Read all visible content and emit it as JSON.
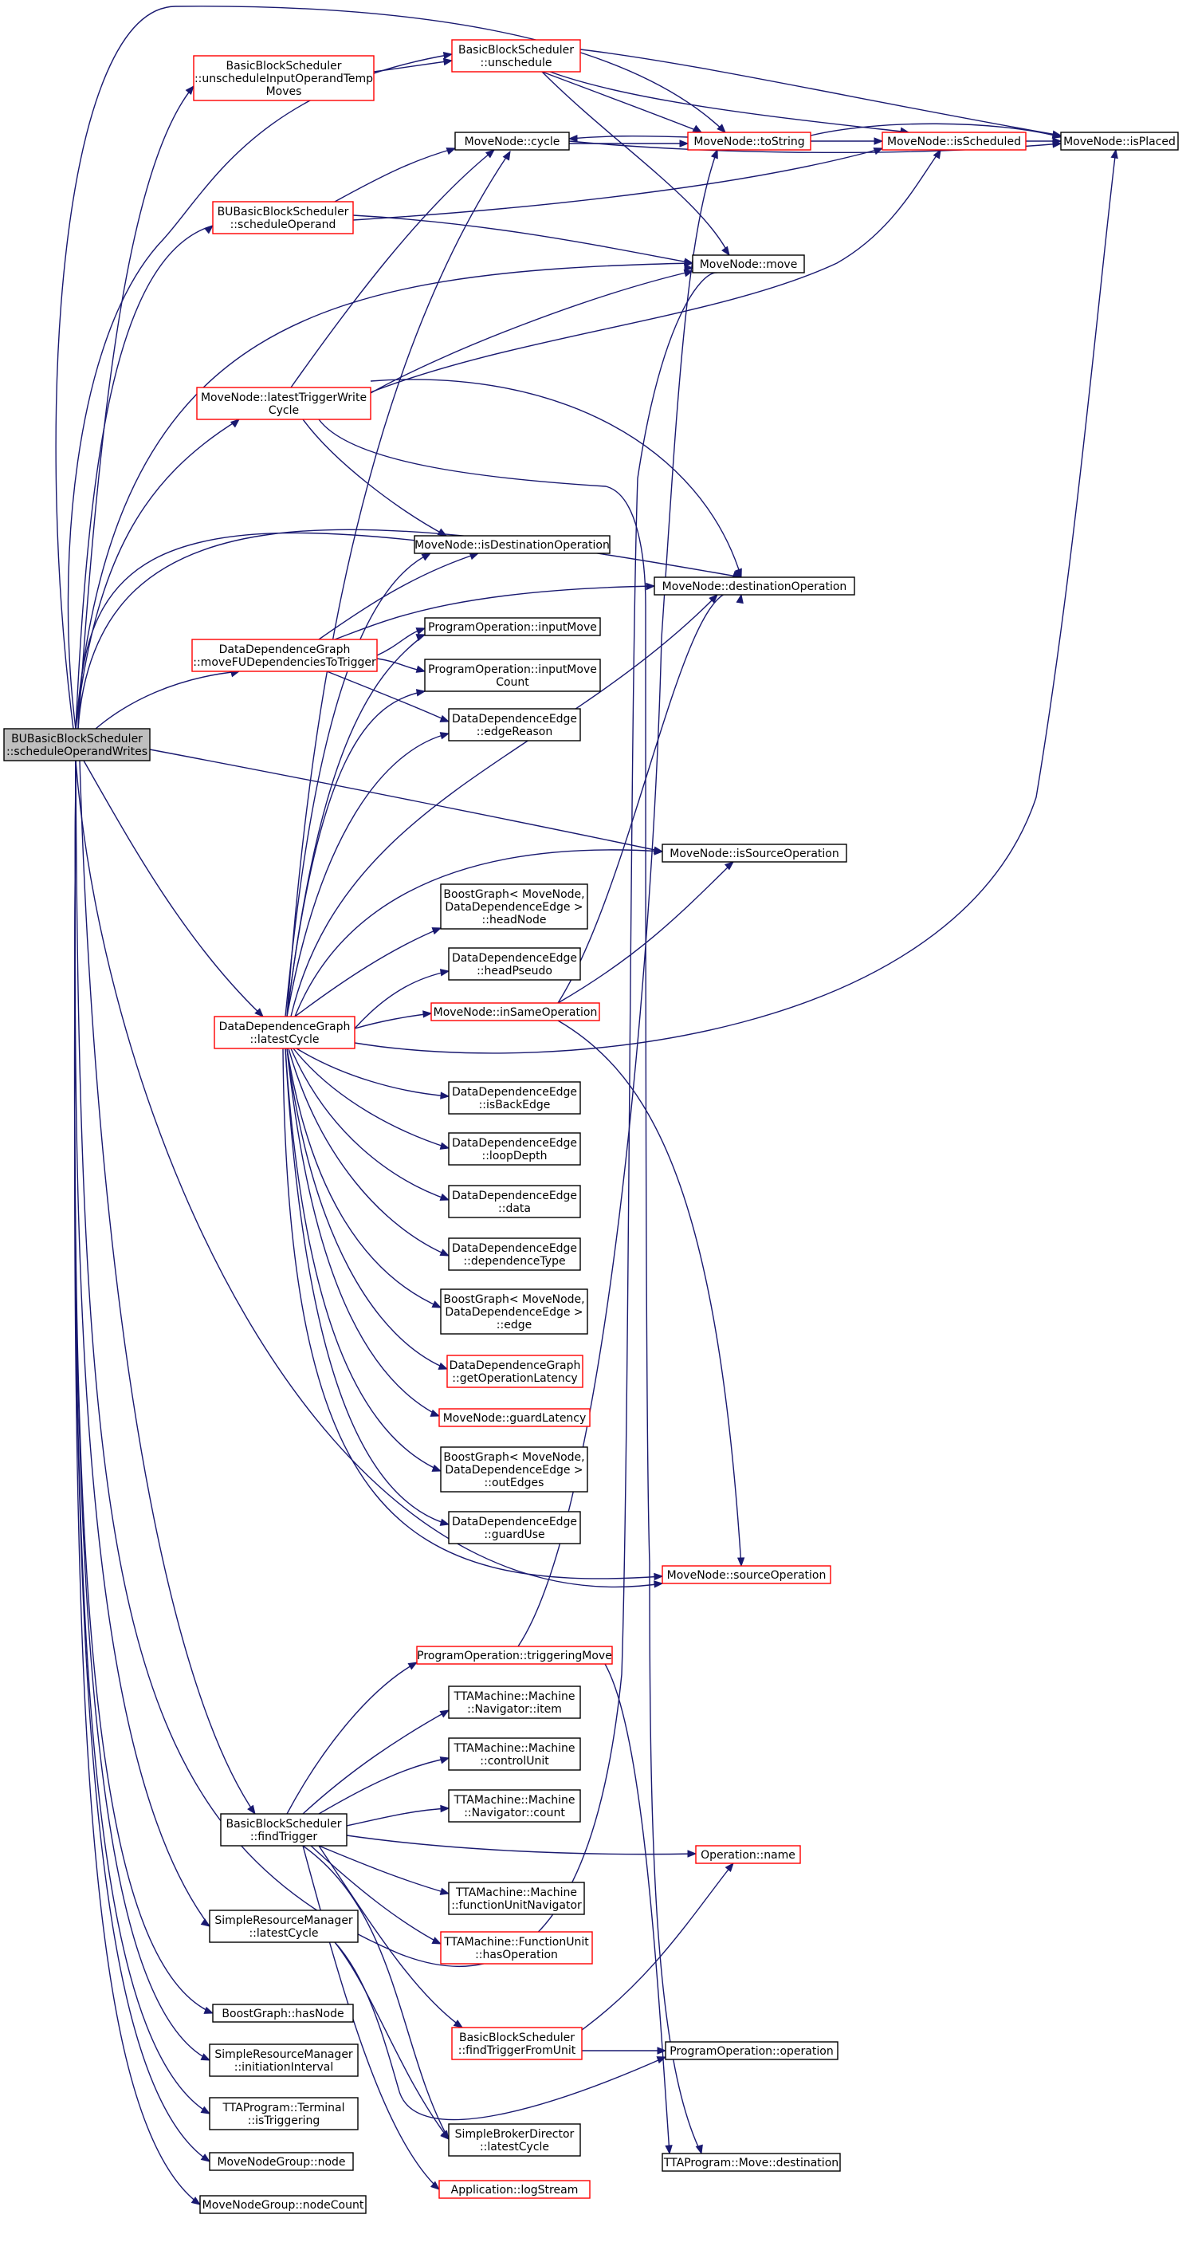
{
  "colors": {
    "edge": "#191970",
    "border_normal": "#000000",
    "border_red": "#ff0000",
    "fill_root": "#bfbfbf",
    "fill_normal": "#ffffff"
  },
  "nodes": [
    {
      "id": "root",
      "lines": [
        "BUBasicBlockScheduler",
        "::scheduleOperandWrites"
      ],
      "style": "root"
    },
    {
      "id": "bbs_unschedule",
      "lines": [
        "BasicBlockScheduler",
        "::unschedule"
      ],
      "style": "red"
    },
    {
      "id": "bbs_unsched_input",
      "lines": [
        "BasicBlockScheduler",
        "::unscheduleInputOperandTemp",
        "Moves"
      ],
      "style": "red"
    },
    {
      "id": "mn_cycle",
      "lines": [
        "MoveNode::cycle"
      ],
      "style": "black"
    },
    {
      "id": "mn_tostring",
      "lines": [
        "MoveNode::toString"
      ],
      "style": "red"
    },
    {
      "id": "mn_isscheduled",
      "lines": [
        "MoveNode::isScheduled"
      ],
      "style": "red"
    },
    {
      "id": "mn_isplaced",
      "lines": [
        "MoveNode::isPlaced"
      ],
      "style": "black"
    },
    {
      "id": "bubbs_schedop",
      "lines": [
        "BUBasicBlockScheduler",
        "::scheduleOperand"
      ],
      "style": "red"
    },
    {
      "id": "mn_move",
      "lines": [
        "MoveNode::move"
      ],
      "style": "black"
    },
    {
      "id": "mn_ltwc",
      "lines": [
        "MoveNode::latestTriggerWrite",
        "Cycle"
      ],
      "style": "red"
    },
    {
      "id": "mn_isdestop",
      "lines": [
        "MoveNode::isDestinationOperation"
      ],
      "style": "black"
    },
    {
      "id": "mn_destop",
      "lines": [
        "MoveNode::destinationOperation"
      ],
      "style": "black"
    },
    {
      "id": "ddg_movefu",
      "lines": [
        "DataDependenceGraph",
        "::moveFUDependenciesToTrigger"
      ],
      "style": "red"
    },
    {
      "id": "po_inputmove",
      "lines": [
        "ProgramOperation::inputMove"
      ],
      "style": "black"
    },
    {
      "id": "po_inputmovecount",
      "lines": [
        "ProgramOperation::inputMove",
        "Count"
      ],
      "style": "black"
    },
    {
      "id": "dde_edgereason",
      "lines": [
        "DataDependenceEdge",
        "::edgeReason"
      ],
      "style": "black"
    },
    {
      "id": "mn_issourceop",
      "lines": [
        "MoveNode::isSourceOperation"
      ],
      "style": "black"
    },
    {
      "id": "bg_headnode",
      "lines": [
        "BoostGraph< MoveNode,",
        "DataDependenceEdge >",
        "::headNode"
      ],
      "style": "black"
    },
    {
      "id": "dde_headpseudo",
      "lines": [
        "DataDependenceEdge",
        "::headPseudo"
      ],
      "style": "black"
    },
    {
      "id": "ddg_latestcycle",
      "lines": [
        "DataDependenceGraph",
        "::latestCycle"
      ],
      "style": "red"
    },
    {
      "id": "mn_insameop",
      "lines": [
        "MoveNode::inSameOperation"
      ],
      "style": "red"
    },
    {
      "id": "dde_isbackedge",
      "lines": [
        "DataDependenceEdge",
        "::isBackEdge"
      ],
      "style": "black"
    },
    {
      "id": "dde_loopdepth",
      "lines": [
        "DataDependenceEdge",
        "::loopDepth"
      ],
      "style": "black"
    },
    {
      "id": "dde_data",
      "lines": [
        "DataDependenceEdge",
        "::data"
      ],
      "style": "black"
    },
    {
      "id": "dde_deptype",
      "lines": [
        "DataDependenceEdge",
        "::dependenceType"
      ],
      "style": "black"
    },
    {
      "id": "bg_edge",
      "lines": [
        "BoostGraph< MoveNode,",
        "DataDependenceEdge >",
        "::edge"
      ],
      "style": "black"
    },
    {
      "id": "ddg_getoplat",
      "lines": [
        "DataDependenceGraph",
        "::getOperationLatency"
      ],
      "style": "red"
    },
    {
      "id": "mn_guardlatency",
      "lines": [
        "MoveNode::guardLatency"
      ],
      "style": "red"
    },
    {
      "id": "bg_outedges",
      "lines": [
        "BoostGraph< MoveNode,",
        "DataDependenceEdge >",
        "::outEdges"
      ],
      "style": "black"
    },
    {
      "id": "dde_guarduse",
      "lines": [
        "DataDependenceEdge",
        "::guardUse"
      ],
      "style": "black"
    },
    {
      "id": "mn_sourceop",
      "lines": [
        "MoveNode::sourceOperation"
      ],
      "style": "red"
    },
    {
      "id": "po_triggeringmove",
      "lines": [
        "ProgramOperation::triggeringMove"
      ],
      "style": "red"
    },
    {
      "id": "tta_nav_item",
      "lines": [
        "TTAMachine::Machine",
        "::Navigator::item"
      ],
      "style": "black"
    },
    {
      "id": "tta_controlunit",
      "lines": [
        "TTAMachine::Machine",
        "::controlUnit"
      ],
      "style": "black"
    },
    {
      "id": "tta_nav_count",
      "lines": [
        "TTAMachine::Machine",
        "::Navigator::count"
      ],
      "style": "black"
    },
    {
      "id": "bbs_findtrigger",
      "lines": [
        "BasicBlockScheduler",
        "::findTrigger"
      ],
      "style": "black"
    },
    {
      "id": "op_name",
      "lines": [
        "Operation::name"
      ],
      "style": "red"
    },
    {
      "id": "tta_funav",
      "lines": [
        "TTAMachine::Machine",
        "::functionUnitNavigator"
      ],
      "style": "black"
    },
    {
      "id": "srm_latestcycle",
      "lines": [
        "SimpleResourceManager",
        "::latestCycle"
      ],
      "style": "black"
    },
    {
      "id": "tta_hasop",
      "lines": [
        "TTAMachine::FunctionUnit",
        "::hasOperation"
      ],
      "style": "red"
    },
    {
      "id": "bg_hasnode",
      "lines": [
        "BoostGraph::hasNode"
      ],
      "style": "black"
    },
    {
      "id": "bbs_findtriggerfromunit",
      "lines": [
        "BasicBlockScheduler",
        "::findTriggerFromUnit"
      ],
      "style": "red"
    },
    {
      "id": "po_operation",
      "lines": [
        "ProgramOperation::operation"
      ],
      "style": "black"
    },
    {
      "id": "srm_initinterval",
      "lines": [
        "SimpleResourceManager",
        "::initiationInterval"
      ],
      "style": "black"
    },
    {
      "id": "ttap_isTriggering",
      "lines": [
        "TTAProgram::Terminal",
        "::isTriggering"
      ],
      "style": "black"
    },
    {
      "id": "sbd_latestcycle",
      "lines": [
        "SimpleBrokerDirector",
        "::latestCycle"
      ],
      "style": "black"
    },
    {
      "id": "mng_node",
      "lines": [
        "MoveNodeGroup::node"
      ],
      "style": "black"
    },
    {
      "id": "ttap_destination",
      "lines": [
        "TTAProgram::Move::destination"
      ],
      "style": "black"
    },
    {
      "id": "app_logstream",
      "lines": [
        "Application::logStream"
      ],
      "style": "red"
    },
    {
      "id": "mng_nodecount",
      "lines": [
        "MoveNodeGroup::nodeCount"
      ],
      "style": "black"
    }
  ]
}
